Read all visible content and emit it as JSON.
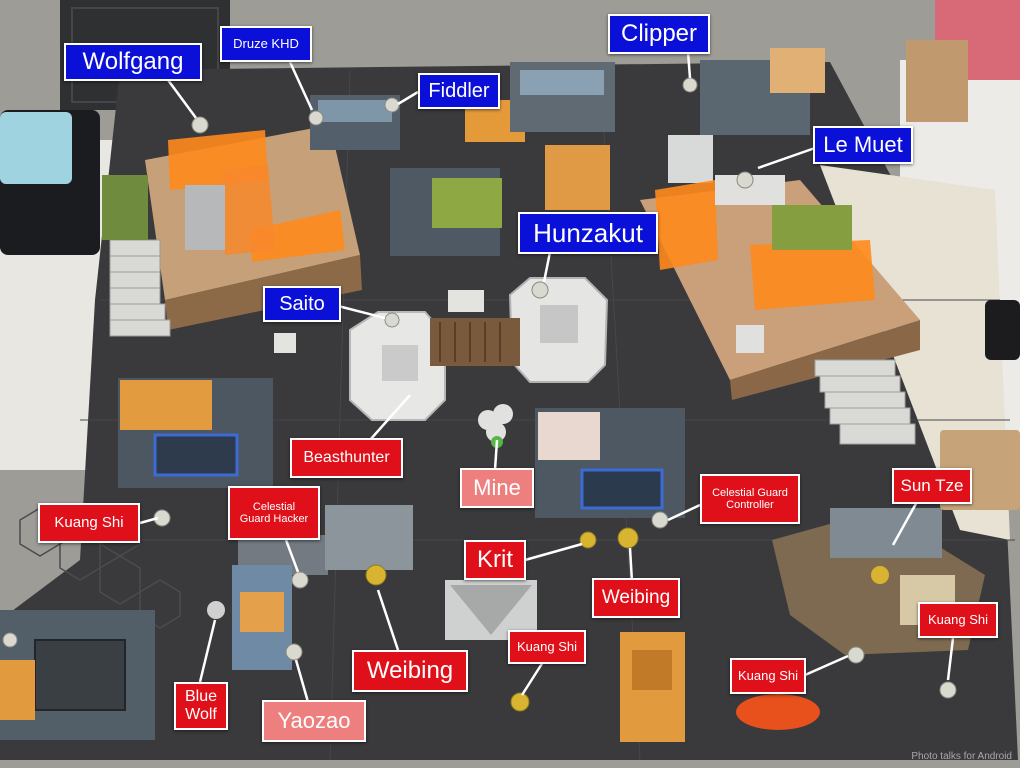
{
  "scene": {
    "description_colors": {
      "floor": "#9a9892",
      "mat": "#3a3a3d",
      "board_wood": "#c9a27a",
      "neon_orange": "#ff8a1c",
      "label_blue": "#0b10d8",
      "label_red": "#e0101a",
      "label_pink": "#ee7f7f"
    }
  },
  "labels": {
    "wolfgang": "Wolfgang",
    "druze_khd": "Druze KHD",
    "fiddler": "Fiddler",
    "clipper": "Clipper",
    "le_muet": "Le Muet",
    "hunzakut": "Hunzakut",
    "saito": "Saito",
    "beasthunter": "Beasthunter",
    "mine": "Mine",
    "kuang_shi_1": "Kuang Shi",
    "celestial_guard_hacker": "Celestial\nGuard Hacker",
    "celestial_guard_controller": "Celestial Guard\nController",
    "sun_tze": "Sun Tze",
    "krit": "Krit",
    "weibing_1": "Weibing",
    "weibing_2": "Weibing",
    "kuang_shi_2": "Kuang Shi",
    "kuang_shi_3": "Kuang Shi",
    "kuang_shi_4": "Kuang Shi",
    "blue_wolf": "Blue\nWolf",
    "yaozao": "Yaozao"
  },
  "watermark": "Photo talks for Android"
}
